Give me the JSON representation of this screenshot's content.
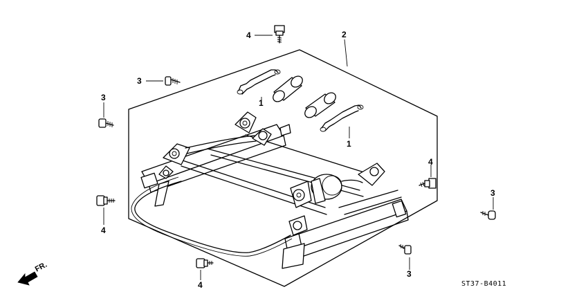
{
  "callouts": {
    "spring_upper": "1",
    "spring_lower": "1",
    "seat_adjuster": "2",
    "screw_upper_left": "3",
    "screw_left": "3",
    "screw_right": "3",
    "screw_bottom": "3",
    "bolt_top": "4",
    "bolt_left": "4",
    "bolt_right": "4",
    "bolt_bottom": "4"
  },
  "front_indicator": "FR.",
  "diagram_code": "ST37-B4011"
}
